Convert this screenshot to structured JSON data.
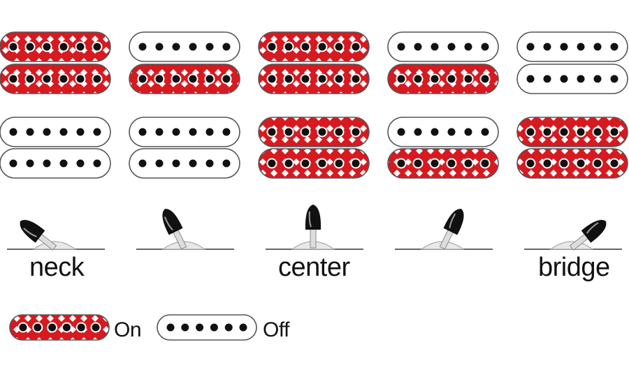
{
  "colors": {
    "on_fill": "#d71920",
    "off_fill": "#ffffff",
    "outline": "#555555",
    "pole": "#111111",
    "knob": "#111111",
    "base": "#e8e8e8"
  },
  "pickup": {
    "poles": 6
  },
  "positions": [
    {
      "neck_coil_top": "on",
      "neck_coil_bottom": "on",
      "bridge_coil_top": "off",
      "bridge_coil_bottom": "off",
      "switch_label": "neck"
    },
    {
      "neck_coil_top": "off",
      "neck_coil_bottom": "on",
      "bridge_coil_top": "off",
      "bridge_coil_bottom": "off",
      "switch_label": ""
    },
    {
      "neck_coil_top": "on",
      "neck_coil_bottom": "on",
      "bridge_coil_top": "on",
      "bridge_coil_bottom": "on",
      "switch_label": "center"
    },
    {
      "neck_coil_top": "off",
      "neck_coil_bottom": "on",
      "bridge_coil_top": "off",
      "bridge_coil_bottom": "on",
      "switch_label": ""
    },
    {
      "neck_coil_top": "off",
      "neck_coil_bottom": "off",
      "bridge_coil_top": "on",
      "bridge_coil_bottom": "on",
      "switch_label": "bridge"
    }
  ],
  "legend": {
    "on_label": "On",
    "off_label": "Off"
  }
}
